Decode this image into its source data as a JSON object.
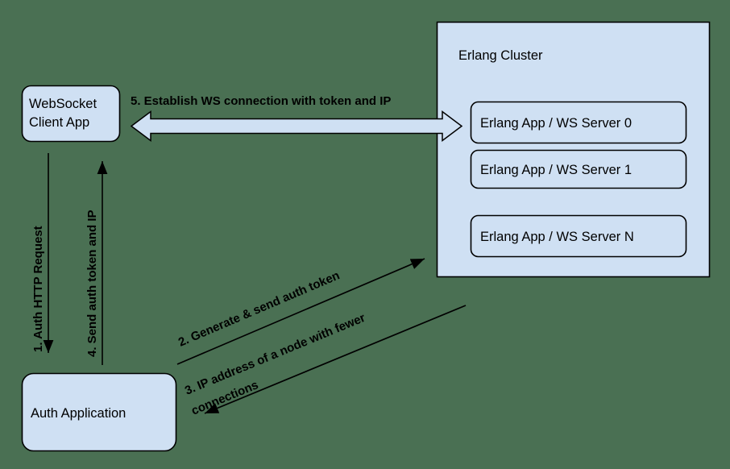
{
  "diagram": {
    "title": "WebSocket authentication and connection flow with Erlang cluster",
    "background_color": "#4a7053",
    "node_fill": "#cfe0f3",
    "node_stroke": "#000000",
    "text_color": "#000000"
  },
  "nodes": {
    "websocket_client": {
      "label_line1": "WebSocket",
      "label_line2": "Client App"
    },
    "auth_application": {
      "label": "Auth Application"
    },
    "erlang_cluster": {
      "title": "Erlang Cluster",
      "servers": [
        {
          "label": "Erlang App / WS Server 0"
        },
        {
          "label": "Erlang App / WS Server 1"
        },
        {
          "label": "Erlang App / WS Server N"
        }
      ]
    }
  },
  "flows": [
    {
      "id": "step-1",
      "number": "1.",
      "label": "1. Auth HTTP Request",
      "from": "websocket_client",
      "to": "auth_application",
      "direction": "down"
    },
    {
      "id": "step-2",
      "number": "2.",
      "label": "2. Generate & send auth token",
      "from": "auth_application",
      "to": "erlang_cluster",
      "direction": "up-right"
    },
    {
      "id": "step-3",
      "number": "3.",
      "label_line1": "3. IP address of a node with fewer",
      "label_line2": "connections",
      "from": "erlang_cluster",
      "to": "auth_application",
      "direction": "down-left"
    },
    {
      "id": "step-4",
      "number": "4.",
      "label": "4. Send auth token and IP",
      "from": "auth_application",
      "to": "websocket_client",
      "direction": "up"
    },
    {
      "id": "step-5",
      "number": "5.",
      "label": "5. Establish WS connection with token and IP",
      "from": "websocket_client",
      "to": "erlang_cluster",
      "direction": "bidirectional"
    }
  ]
}
